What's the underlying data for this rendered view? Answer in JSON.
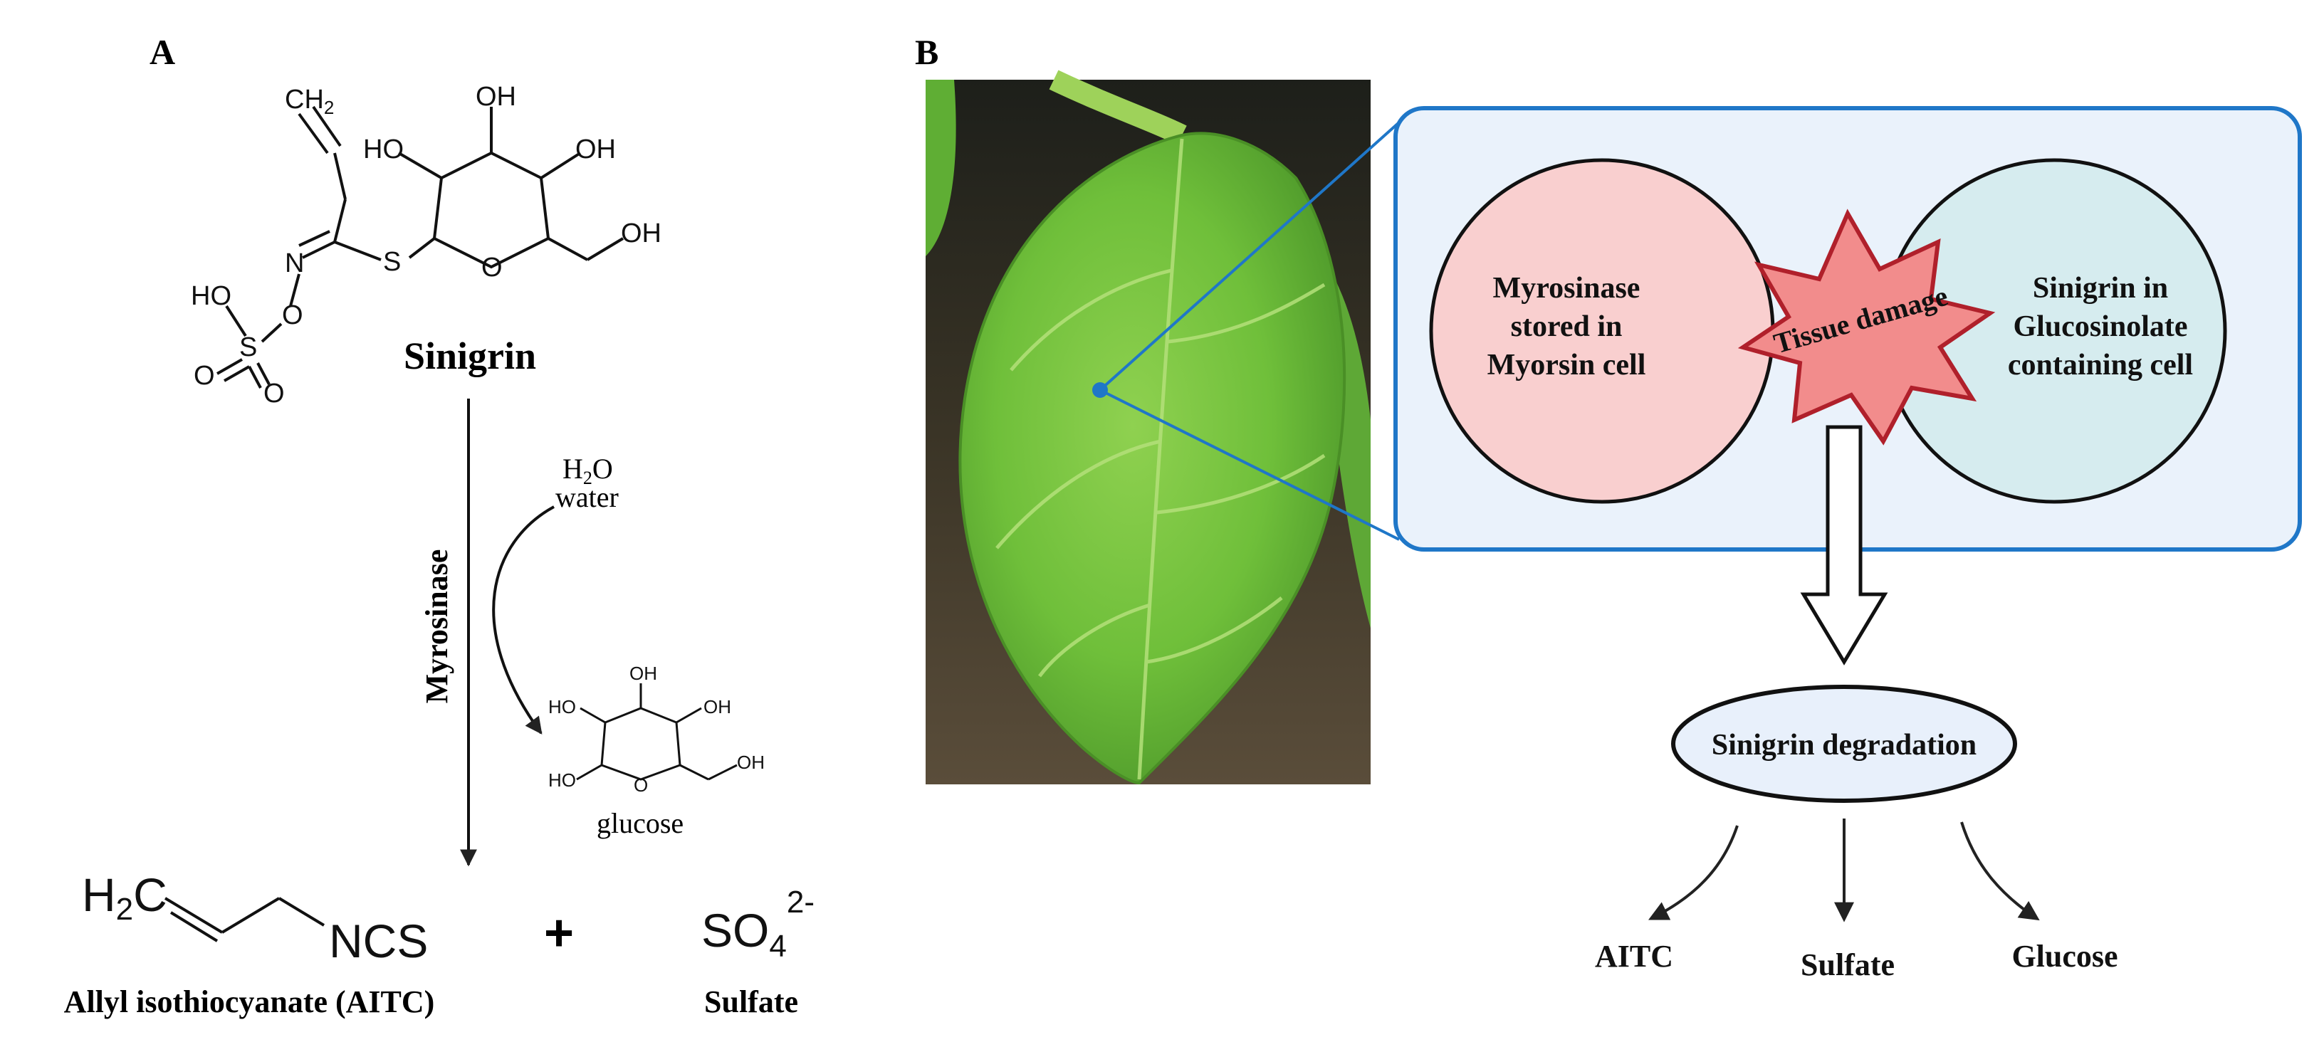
{
  "panel_a": {
    "label": "A",
    "sinigrin": {
      "name": "Sinigrin",
      "atoms": {
        "ch2": "CH",
        "ch2_sub": "2",
        "oh_top": "OH",
        "ho_left": "HO",
        "oh_right": "OH",
        "oh_ch2": "OH",
        "ring_o": "O",
        "s": "S",
        "n": "N",
        "o_link": "O",
        "ho_sulfo": "HO",
        "sulfur": "S",
        "o_double1": "O",
        "o_double2": "O"
      }
    },
    "enzyme": "Myrosinase",
    "water": {
      "formula_h": "H",
      "formula_sub": "2",
      "formula_o": "O",
      "label": "water"
    },
    "glucose": {
      "label": "glucose",
      "atoms": {
        "oh_top": "OH",
        "ho_left": "HO",
        "oh_right": "OH",
        "ho_bottom": "HO",
        "ring_o": "O",
        "oh_ch2": "OH"
      }
    },
    "aitc": {
      "h2c_h": "H",
      "h2c_sub": "2",
      "h2c_c": "C",
      "ncs": "NCS",
      "name": "Allyl isothiocyanate (AITC)"
    },
    "plus": "+",
    "sulfate": {
      "so": "SO",
      "sub": "4",
      "charge": "2-",
      "name": "Sulfate"
    }
  },
  "panel_b": {
    "label": "B",
    "myrosin_cell": [
      "Myrosinase",
      "stored in",
      "Myorsin cell"
    ],
    "glucosinolate_cell": [
      "Sinigrin in",
      "Glucosinolate",
      "containing cell"
    ],
    "damage": "Tissue damage",
    "degradation": "Sinigrin degradation",
    "products": [
      "AITC",
      "Sulfate",
      "Glucose"
    ],
    "colors": {
      "box_fill": "#eaf2fb",
      "box_stroke": "#1f77c8",
      "myrosin_fill": "#f9cfcf",
      "glucosinolate_fill": "#d6ecef",
      "star_fill": "#f28c8c",
      "star_stroke": "#b0202b",
      "ellipse_fill": "#e8f0fb",
      "leaf_green": "#6fbf3a"
    }
  }
}
